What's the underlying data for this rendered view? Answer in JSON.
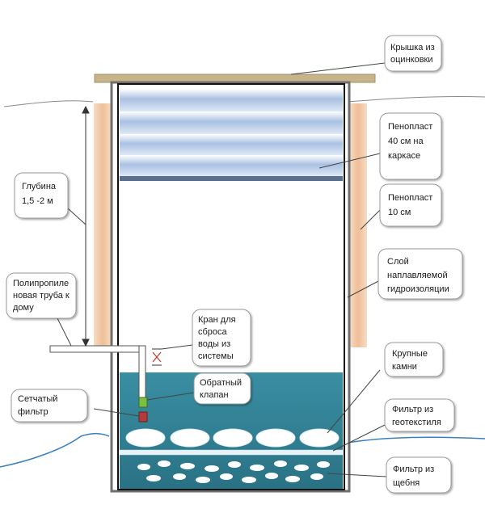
{
  "labels": {
    "lid": [
      "Крышка из",
      "оцинковки"
    ],
    "foam_frame": [
      "Пенопласт",
      "40 см на",
      "каркасе"
    ],
    "depth": [
      "Глубина",
      "1,5 -2 м"
    ],
    "foam_side": [
      "Пенопласт",
      "10 см"
    ],
    "waterproof": [
      "Слой",
      "наплавляемой",
      "гидроизоляции"
    ],
    "pipe": [
      "Полипропиле",
      "новая труба к",
      "дому"
    ],
    "drain_valve": [
      "Кран для",
      "сброса",
      "воды из",
      "системы"
    ],
    "check_valve": [
      "Обратный",
      "клапан"
    ],
    "mesh_filter": [
      "Сетчатый",
      "фильтр"
    ],
    "big_stones": [
      "Крупные",
      "камни"
    ],
    "geotextile": [
      "Фильтр из",
      "геотекстиля"
    ],
    "gravel": [
      "Фильтр из",
      "щебня"
    ]
  },
  "colors": {
    "water": "#2f7f93",
    "water_light": "#bfe0ea",
    "insulation": "#f3c9a6",
    "lid": "#c7b48a",
    "ground_line": "#3a7fc1",
    "foam": "#b9cde6",
    "valve_green": "#7ac143",
    "valve_red": "#b33b3b"
  }
}
